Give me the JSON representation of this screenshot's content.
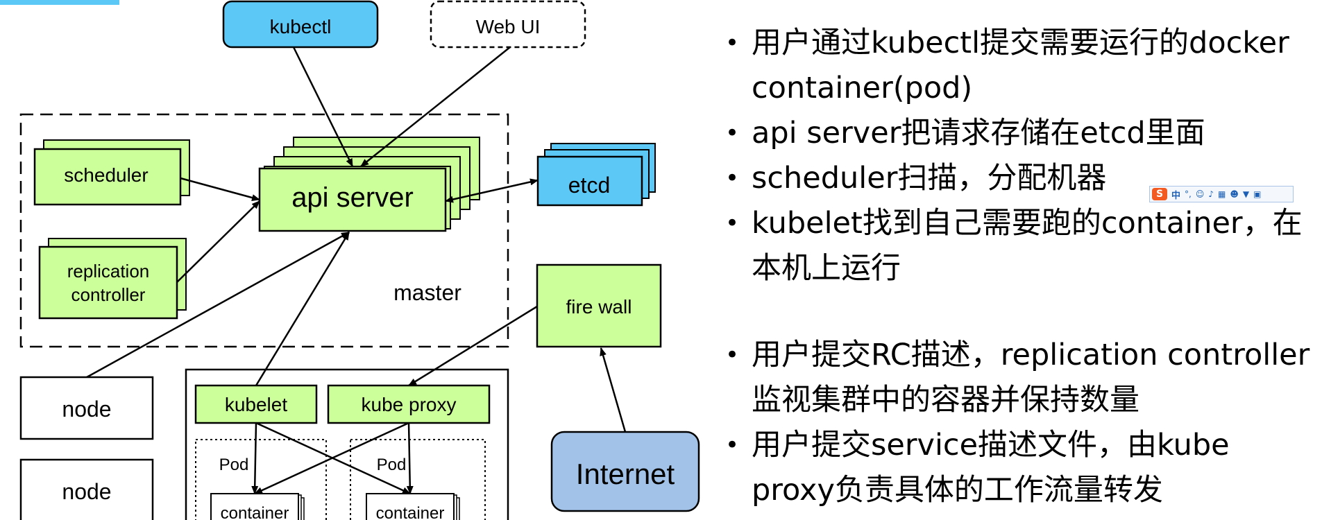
{
  "diagram": {
    "nodes": {
      "kubectl": "kubectl",
      "web_ui": "Web UI",
      "scheduler": "scheduler",
      "replication_controller_line1": "replication",
      "replication_controller_line2": "controller",
      "api_server": "api server",
      "etcd": "etcd",
      "master": "master",
      "fire_wall": "fire wall",
      "node1": "node",
      "node2": "node",
      "kubelet": "kubelet",
      "kube_proxy": "kube proxy",
      "pod1": "Pod",
      "pod2": "Pod",
      "container1": "container",
      "container2": "container",
      "internet": "Internet"
    },
    "colors": {
      "green": "#ccff99",
      "blue": "#5bc8f5",
      "internet": "#a3c2e8",
      "accent_bar": "#5bc8f5"
    }
  },
  "bullets": [
    "用户通过kubectl提交需要运行的docker container(pod)",
    "api server把请求存储在etcd里面",
    "scheduler扫描，分配机器",
    "kubelet找到自己需要跑的container，在本机上运行",
    "用户提交RC描述，replication controller监视集群中的容器并保持数量",
    "用户提交service描述文件，由kube proxy负责具体的工作流量转发"
  ],
  "ime_toolbar": {
    "logo": "S",
    "mode": "中",
    "icons": [
      "punctuation-icon",
      "emoji-icon",
      "microphone-icon",
      "keyboard-icon",
      "user-icon",
      "skin-icon",
      "grid-icon"
    ]
  }
}
